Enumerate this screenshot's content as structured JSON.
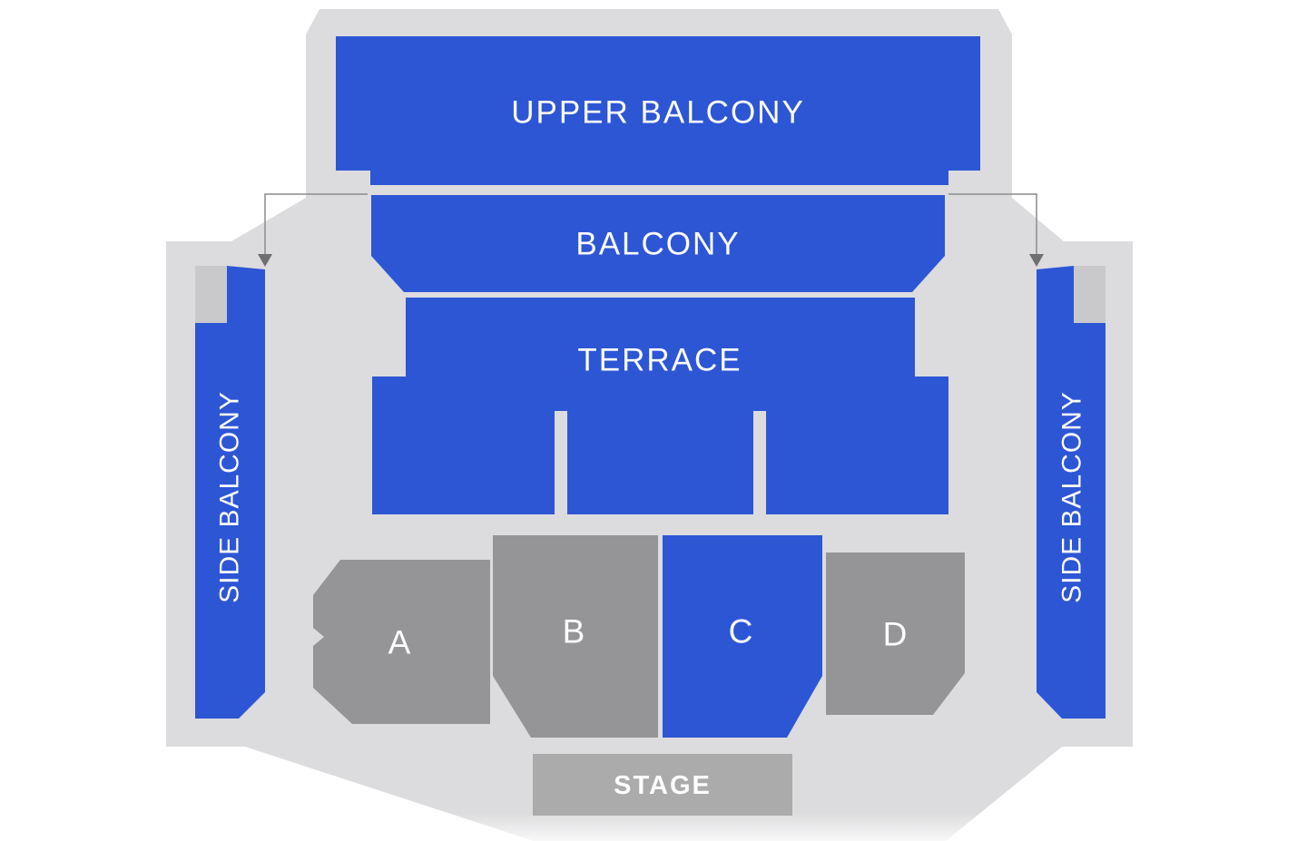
{
  "venue": {
    "sections": {
      "upper_balcony": {
        "label": "UPPER BALCONY"
      },
      "balcony": {
        "label": "BALCONY"
      },
      "terrace": {
        "label": "TERRACE"
      },
      "side_balcony_left": {
        "label": "SIDE BALCONY"
      },
      "side_balcony_right": {
        "label": "SIDE BALCONY"
      },
      "section_a": {
        "label": "A"
      },
      "section_b": {
        "label": "B"
      },
      "section_c": {
        "label": "C"
      },
      "section_d": {
        "label": "D"
      },
      "stage": {
        "label": "STAGE"
      }
    },
    "colors": {
      "available_blue": "#2d56d5",
      "unavailable_gray": "#959597",
      "stage_gray": "#ababab",
      "floor_gray": "#dcdcde",
      "entrance_gray": "#c9c9cc",
      "arrow_gray": "#8c8c8c",
      "arrowhead_gray": "#6f6f6f"
    }
  }
}
